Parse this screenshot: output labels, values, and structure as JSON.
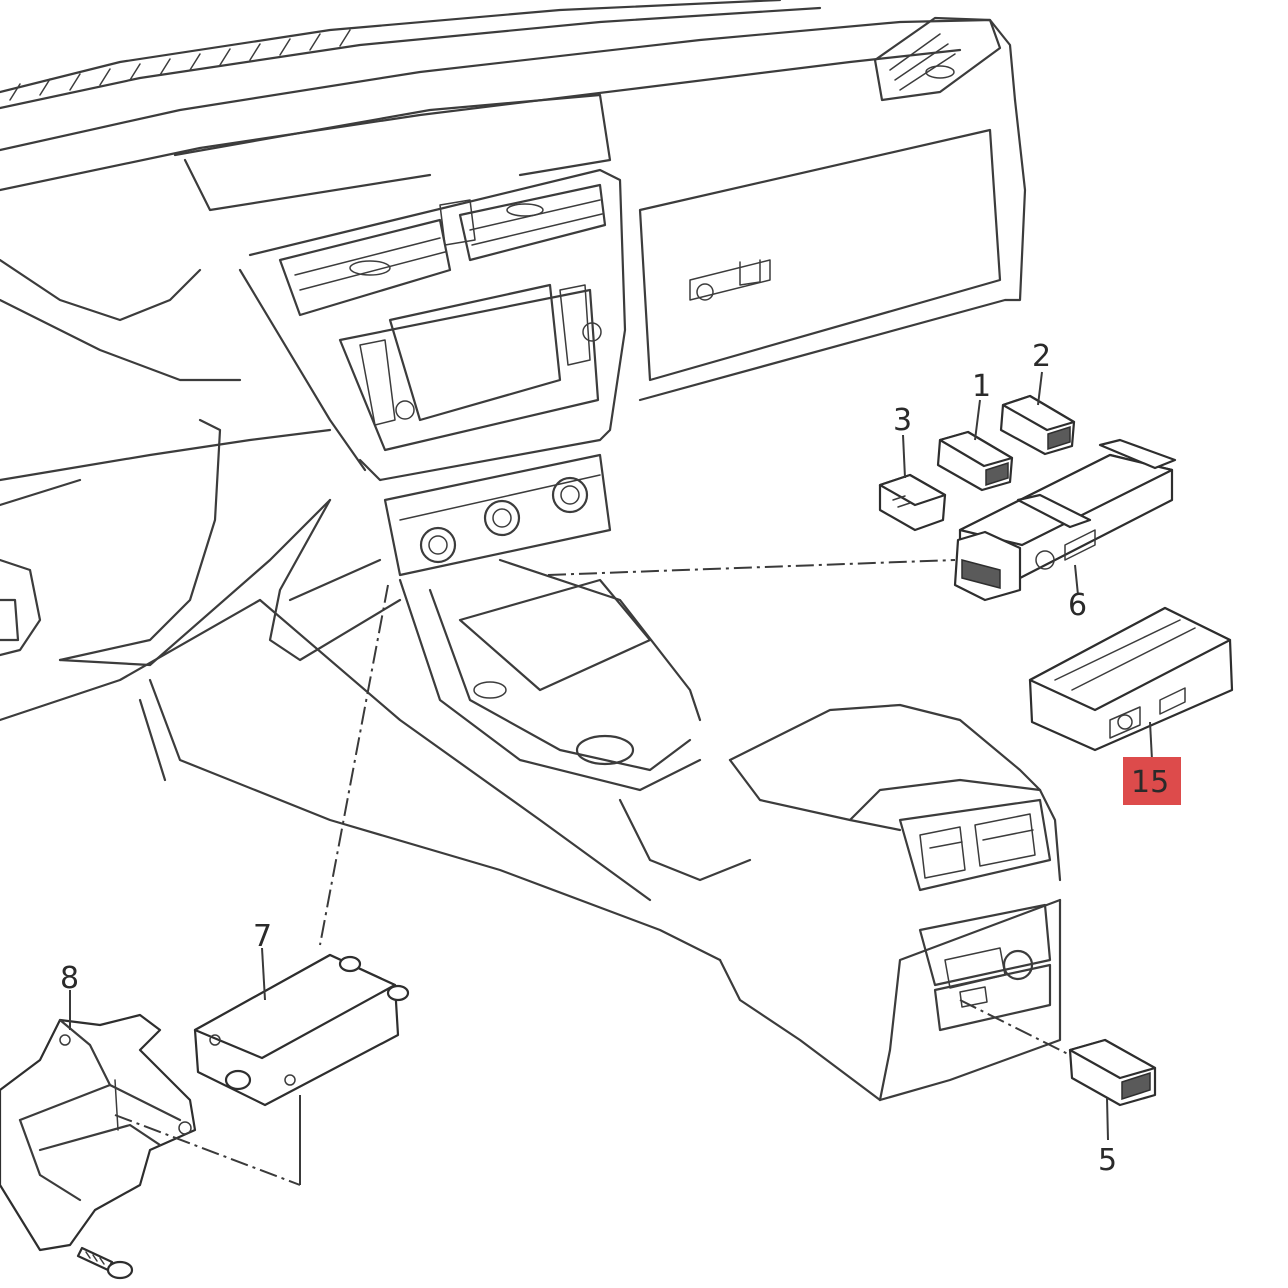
{
  "callouts": {
    "c1": "1",
    "c2": "2",
    "c3": "3",
    "c5": "5",
    "c6": "6",
    "c7": "7",
    "c8": "8",
    "c15": "15"
  },
  "colors": {
    "line": "#3c3c3c",
    "highlight": "#dd4b4b",
    "background": "#ffffff"
  }
}
